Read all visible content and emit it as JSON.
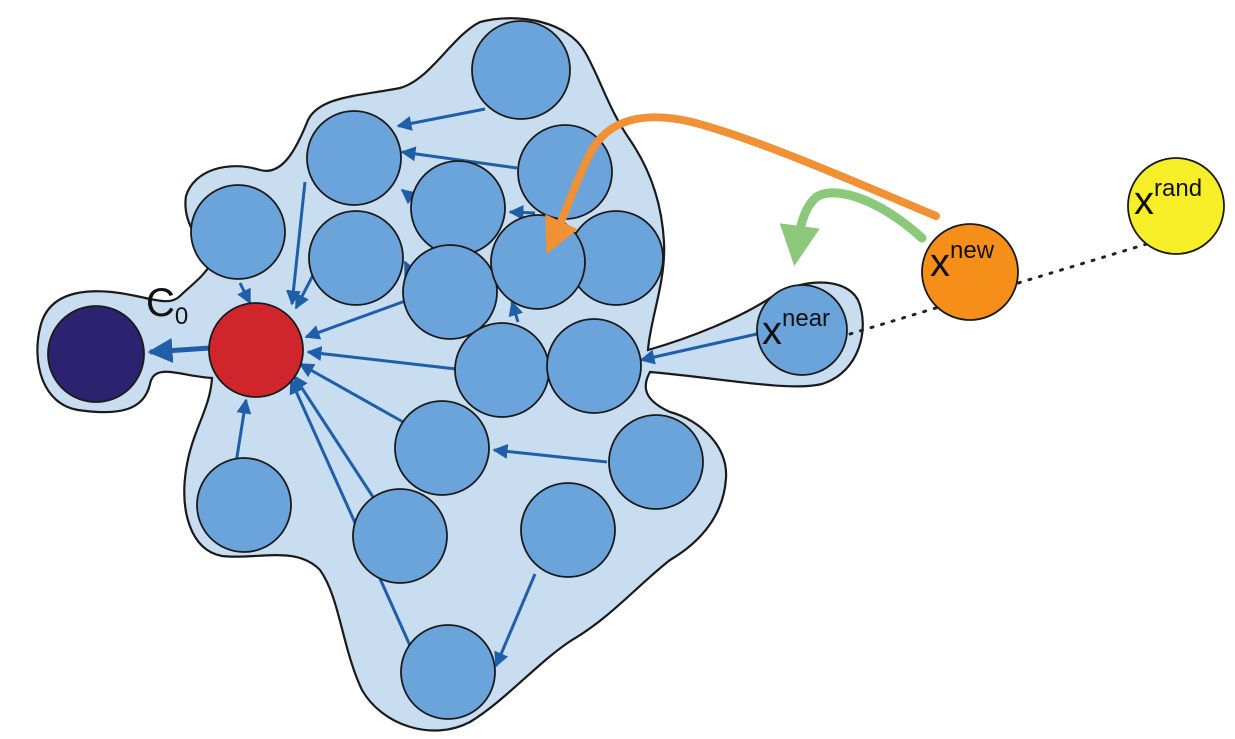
{
  "labels": {
    "c0": {
      "base": "C",
      "sub": "0"
    },
    "x_near": {
      "base": "x",
      "sup": "near"
    },
    "x_new": {
      "base": "x",
      "sup": "new"
    },
    "x_rand": {
      "base": "x",
      "sup": "rand"
    }
  },
  "colors": {
    "region_fill": "#c8ddf0",
    "tree_node": "#6aa4da",
    "root_node": "#d0262b",
    "goal_node": "#2b2370",
    "x_new": "#f58f1a",
    "x_rand": "#f6ef27",
    "edge": "#1f5ea8",
    "orange_arrow": "#ef9134",
    "green_arrow": "#8cc87a"
  },
  "icons": {
    "edge_arrowhead": "arrowhead",
    "green_arrow_head": "arrowhead",
    "orange_arrow_head": "arrowhead"
  }
}
